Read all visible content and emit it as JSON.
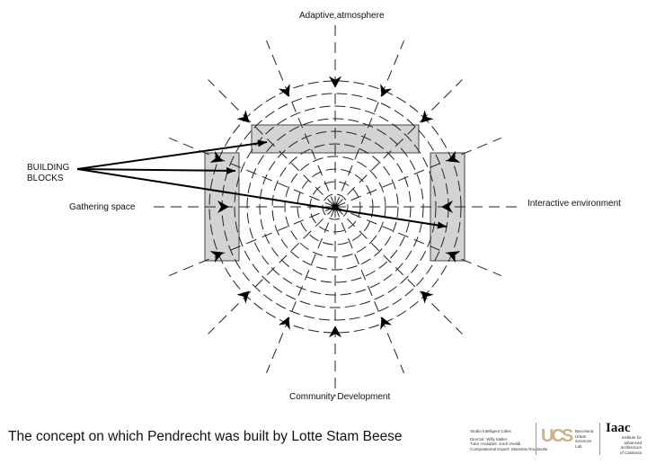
{
  "labels": {
    "top": "Adaptive atmosphere",
    "bottom": "Community Development",
    "left": "Gathering space",
    "right": "Interactive environment",
    "building_blocks_1": "BUILDING",
    "building_blocks_2": "BLOCKS"
  },
  "caption": "The concept on which Pendrecht was built by Lotte Stam Beese",
  "credits": {
    "studio": "Studio Intelligent Cities",
    "director": "Director: Willy Muller",
    "tutor": "Tutor Assistant: Jordi Vivaldi",
    "expert": "Computational Expert: Stanislav Roudavski",
    "ubsl_logo": "UCS",
    "ubsl_1": "Barcelona",
    "ubsl_2": "Urban",
    "ubsl_3": "Sciences",
    "ubsl_4": "Lab",
    "iaac_logo": "Iaac",
    "iaac_1": "Institute for",
    "iaac_2": "advanced",
    "iaac_3": "architecture",
    "iaac_4": "of Catalonia"
  },
  "colors": {
    "block_fill": "#d3d3d3",
    "line": "#222222"
  }
}
